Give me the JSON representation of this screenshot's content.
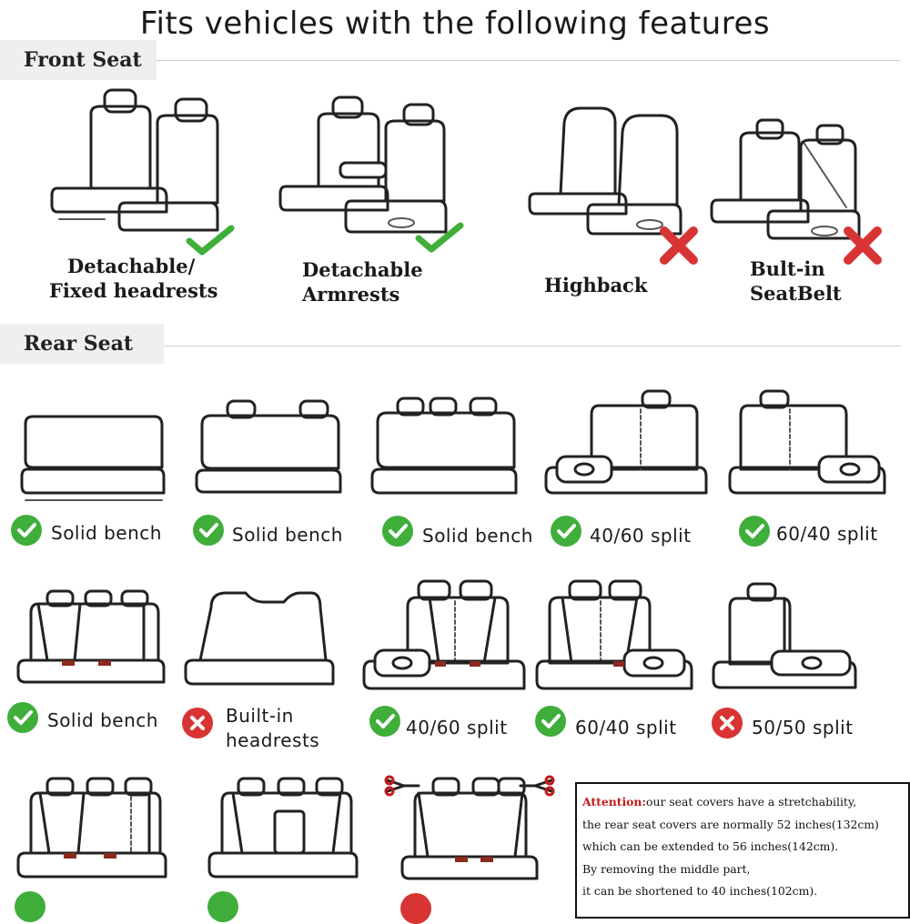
{
  "title": "Fits vehicles with the following features",
  "front_section": {
    "label": "Front Seat",
    "items": [
      {
        "line1": "Detachable/",
        "line2": "Fixed headrests",
        "status": "check",
        "icon": "front-seat-pair-icon"
      },
      {
        "line1": "Detachable",
        "line2": "Armrests",
        "status": "check",
        "icon": "front-seat-armrest-icon"
      },
      {
        "line1": "Highback",
        "line2": "",
        "status": "cross",
        "icon": "highback-seat-icon"
      },
      {
        "line1": "Bult-in",
        "line2": "SeatBelt",
        "status": "cross",
        "icon": "builtin-seatbelt-seat-icon"
      }
    ]
  },
  "rear_section": {
    "label": "Rear Seat",
    "row1": [
      {
        "label": "Solid bench",
        "status": "check"
      },
      {
        "label": "Solid bench",
        "status": "check"
      },
      {
        "label": "Solid bench",
        "status": "check"
      },
      {
        "label": "40/60 split",
        "status": "check"
      },
      {
        "label": "60/40 split",
        "status": "check"
      }
    ],
    "row2": [
      {
        "label": "Solid bench",
        "status": "check"
      },
      {
        "label": "Built-in",
        "label2": "headrests",
        "status": "cross"
      },
      {
        "label": "40/60 split",
        "status": "check"
      },
      {
        "label": "60/40 split",
        "status": "check"
      },
      {
        "label": "50/50 split",
        "status": "cross"
      }
    ]
  },
  "notice": {
    "attention": "Attention:",
    "line1": "our seat covers have a stretchability,",
    "line2": "the rear seat covers are normally 52 inches(132cm)",
    "line3": "which can be extended to 56 inches(142cm).",
    "line4": "By removing the middle part,",
    "line5": "it can be shortened to 40 inches(102cm)."
  },
  "colors": {
    "check": "#3fae3a",
    "cross": "#d83434",
    "attention": "#c21a1a",
    "tab_bg": "#efefef"
  }
}
